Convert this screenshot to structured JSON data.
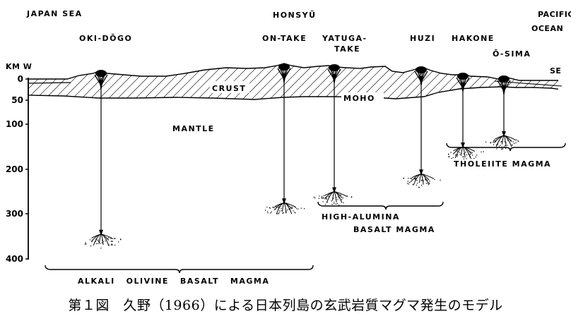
{
  "header_labels": {
    "japan_sea": "JAPAN SEA",
    "honsyu": "HONSYŪ",
    "pacific": "PACIFIC",
    "ocean": "OCEAN",
    "se": "SE",
    "axis_title": "KM W"
  },
  "volcanoes": [
    {
      "name": "OKI-DŌGO",
      "name2": "",
      "depth_km": 345
    },
    {
      "name": "ON-TAKE",
      "name2": "",
      "depth_km": 275
    },
    {
      "name": "YATUGA-",
      "name2": "TAKE",
      "depth_km": 250
    },
    {
      "name": "HUZI",
      "name2": "",
      "depth_km": 210
    },
    {
      "name": "HAKONE",
      "name2": "",
      "depth_km": 150
    },
    {
      "name": "Ō-SIMA",
      "name2": "",
      "depth_km": 125
    }
  ],
  "y_ticks": [
    "0",
    "50",
    "100",
    "200",
    "300",
    "400"
  ],
  "layers": {
    "crust": "CRUST",
    "moho": "MOHO",
    "mantle": "MANTLE"
  },
  "magma_groups": [
    {
      "line1": "THOLEIITE MAGMA",
      "line2": ""
    },
    {
      "line1": "HIGH-ALUMINA",
      "line2": "BASALT MAGMA"
    },
    {
      "line1": "ALKALI   OLIVINE   BASALT   MAGMA",
      "line2": ""
    }
  ],
  "caption": "第１図　久野（1966）による日本列島の玄武岩質マグマ発生のモデル"
}
